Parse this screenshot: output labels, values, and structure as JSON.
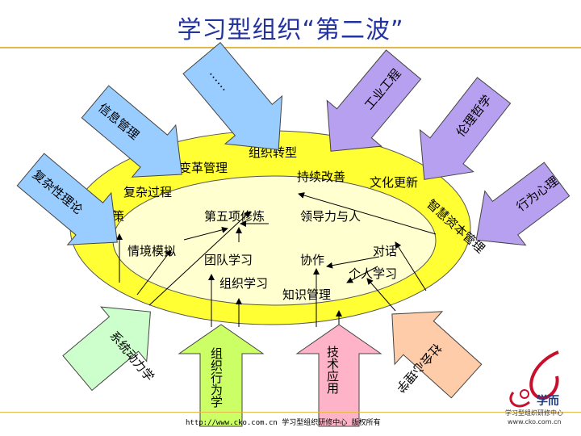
{
  "title": "学习型组织“第二波”",
  "colors": {
    "outer_ellipse": "#ffff33",
    "inner_ellipse": "#ffffd0",
    "blue_arrow": "#99ccff",
    "purple_arrow": "#b8a0f0",
    "green_arrow": "#ccffcc",
    "yellow_green_arrow": "#ccff66",
    "pink_arrow": "#ffb3c8",
    "orange_arrow": "#ffccaa"
  },
  "outer_nodes": {
    "change_mgmt": "变革管理",
    "org_transform": "组织转型",
    "continuous_improve": "持续改善",
    "culture_renewal": "文化更新",
    "complex_process": "复杂过程",
    "decision": "决策",
    "intellectual_capital": "智慧资本管理"
  },
  "inner_nodes": {
    "fifth_discipline": "第五项修炼",
    "leadership": "领导力与人",
    "scenario": "情境模拟",
    "team_learning": "团队学习",
    "collaboration": "协作",
    "dialogue": "对话",
    "personal_learning": "个人学习",
    "org_learning": "组织学习",
    "knowledge_mgmt": "知识管理"
  },
  "arrows": {
    "complexity": "复杂性理论",
    "info_mgmt": "信息管理",
    "ellipsis": "……",
    "industrial_eng": "工业工程",
    "philosophy": "伦理哲学",
    "behavior": "行为心理",
    "system_dynamics": "系统动力学",
    "org_behavior": "组织行为学",
    "tech_apps": "技术应用",
    "sociology": "社会心理学"
  },
  "footer": "http://www.cko.com.cn  学习型组织研修中心 版权所有",
  "logo": {
    "name": "学而",
    "subtitle": "学习型组织研修中心",
    "url": "www.cko.com.cn"
  }
}
